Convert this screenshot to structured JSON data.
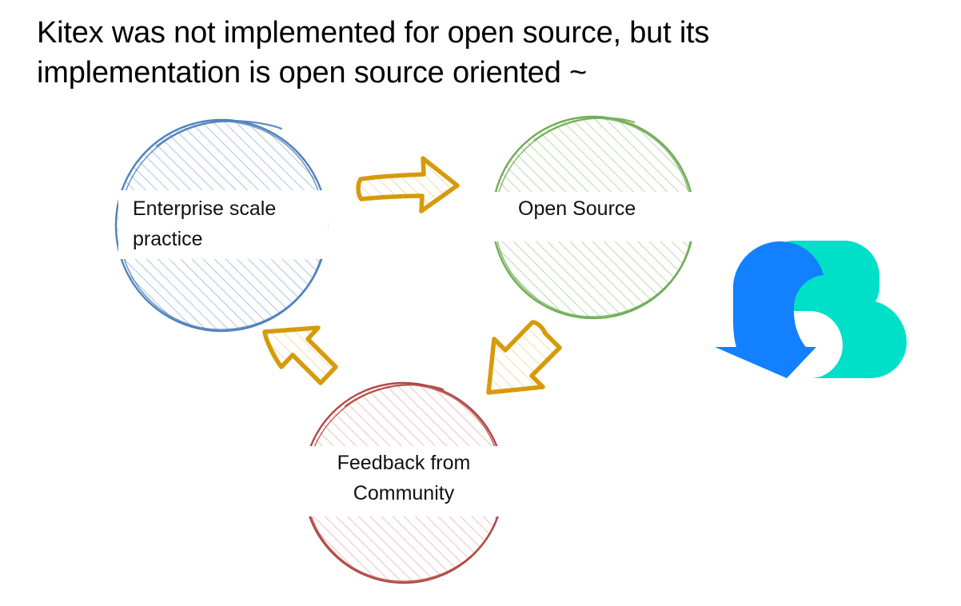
{
  "slide": {
    "background_color": "#FFFFFF",
    "title": "Kitex was not implemented for open source, but its\nimplementation is open source oriented ~"
  },
  "diagram": {
    "type": "cycle",
    "nodes": [
      {
        "id": "enterprise",
        "label": "Enterprise scale\npractice",
        "stroke_color": "#4F81BD",
        "fill_color": "#D9E3F2",
        "position": "top-left"
      },
      {
        "id": "opensource",
        "label": "Open Source",
        "stroke_color": "#70AD57",
        "fill_color": "#DCE9D5",
        "position": "top-right"
      },
      {
        "id": "feedback",
        "label": "Feedback from\nCommunity",
        "stroke_color": "#B04A45",
        "fill_color": "#F2DCDB",
        "position": "bottom-center"
      }
    ],
    "arrows": [
      {
        "id": "arrow-enterprise-to-opensource",
        "from": "enterprise",
        "to": "opensource",
        "direction": "right",
        "color": "#D79A09"
      },
      {
        "id": "arrow-opensource-to-feedback",
        "from": "opensource",
        "to": "feedback",
        "direction": "down-left",
        "color": "#D79A09"
      },
      {
        "id": "arrow-feedback-to-enterprise",
        "from": "feedback",
        "to": "enterprise",
        "direction": "up-left",
        "color": "#D79A09"
      }
    ]
  },
  "logo": {
    "name": "cloudwego-logo",
    "arrow_color": "#1380FF",
    "cloud_color": "#00DFC8"
  }
}
